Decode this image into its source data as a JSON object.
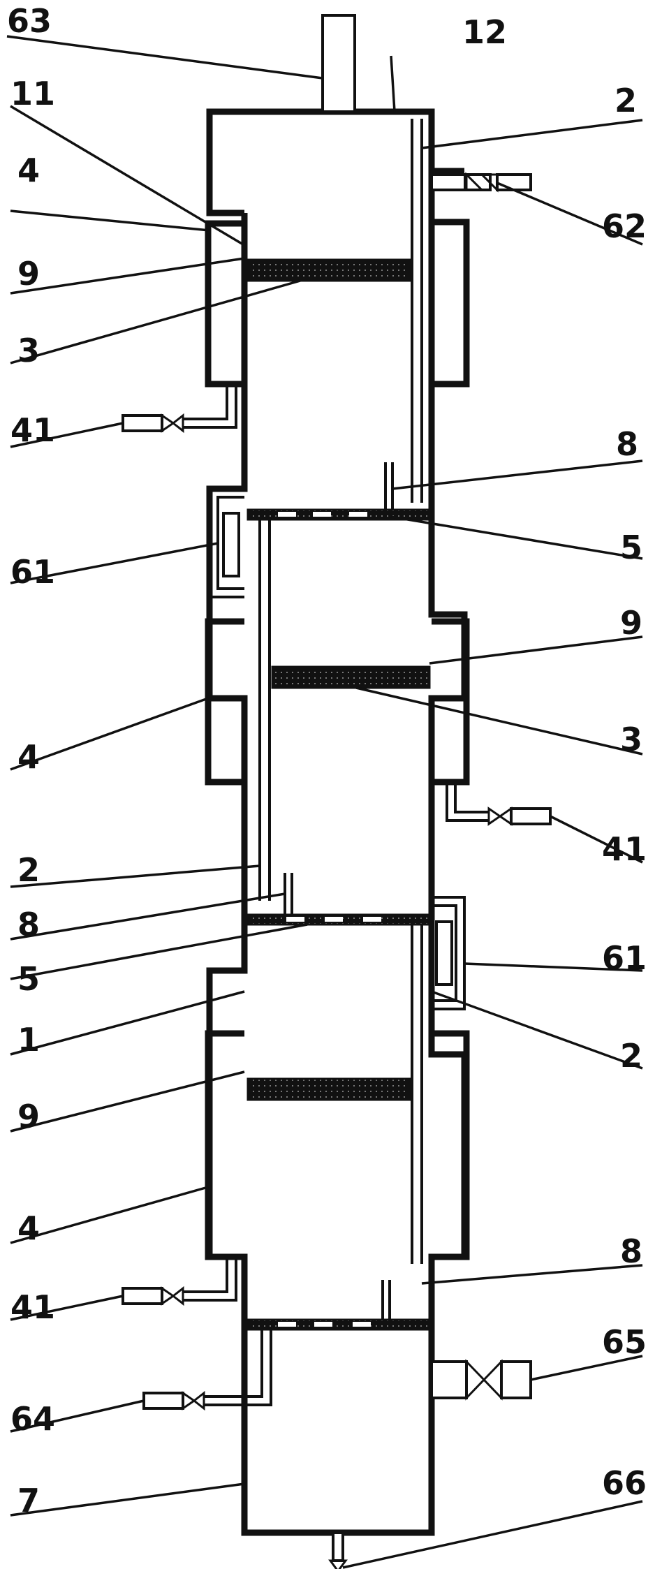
{
  "labels": {
    "l63": "63",
    "l12": "12",
    "l11": "11",
    "l2a": "2",
    "l4a": "4",
    "l62": "62",
    "l9a": "9",
    "l3a": "3",
    "l41a": "41",
    "l8a": "8",
    "l61a": "61",
    "l5a": "5",
    "l9b": "9",
    "l4b": "4",
    "l3b": "3",
    "l41b": "41",
    "l2b": "2",
    "l8b": "8",
    "l5b": "5",
    "l61b": "61",
    "l1": "1",
    "l2c": "2",
    "l9c": "9",
    "l4c": "4",
    "l8c": "8",
    "l41c": "41",
    "l65": "65",
    "l64": "64",
    "l7": "7",
    "l66": "66"
  }
}
